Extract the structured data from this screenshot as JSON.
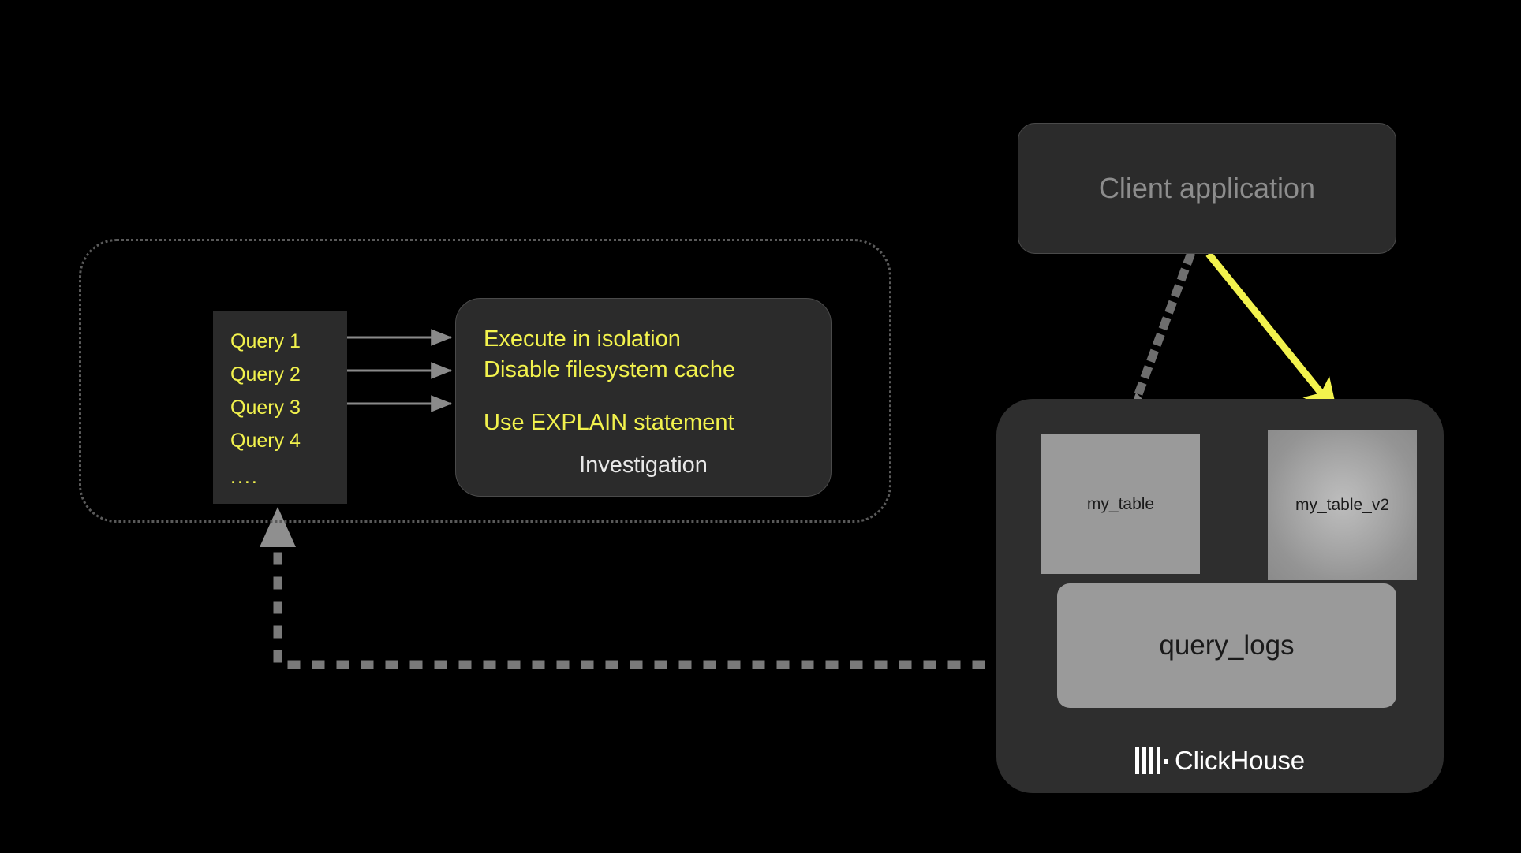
{
  "colors": {
    "background": "#000000",
    "accent_yellow": "#f2f24d",
    "panel": "#2b2b2b",
    "clickhouse_panel": "#2e2e2e",
    "table_gray": "#9a9a9a",
    "dotted_border": "#5a5a5a",
    "muted_text": "#8d8d8d",
    "arrow_gray": "#8a8a8a"
  },
  "investigation_group": {
    "queries": {
      "items": [
        {
          "label": "Query 1"
        },
        {
          "label": "Query 2"
        },
        {
          "label": "Query 3"
        },
        {
          "label": "Query 4"
        }
      ],
      "ellipsis": "...."
    },
    "investigation": {
      "lines": [
        "Execute in isolation",
        "Disable filesystem cache",
        "Use EXPLAIN statement"
      ],
      "caption": "Investigation"
    }
  },
  "client": {
    "label": "Client application"
  },
  "clickhouse": {
    "brand": "ClickHouse",
    "logo_icon": "clickhouse-bars-icon",
    "tables": [
      {
        "label": "my_table",
        "highlighted": false
      },
      {
        "label": "my_table_v2",
        "highlighted": true
      }
    ],
    "query_logs": {
      "label": "query_logs"
    }
  },
  "connectors": [
    {
      "name": "query1-to-investigation",
      "style": "solid",
      "color": "#8a8a8a"
    },
    {
      "name": "query2-to-investigation",
      "style": "solid",
      "color": "#8a8a8a"
    },
    {
      "name": "query3-to-investigation",
      "style": "solid",
      "color": "#8a8a8a"
    },
    {
      "name": "client-to-my-table",
      "style": "dotted",
      "color": "#6e6e6e"
    },
    {
      "name": "client-to-my-table-v2",
      "style": "solid",
      "color": "#f2f24d"
    },
    {
      "name": "query-logs-to-queries",
      "style": "dotted",
      "color": "#7a7a7a"
    }
  ]
}
